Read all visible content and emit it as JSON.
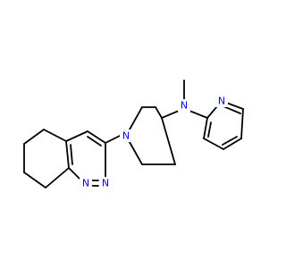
{
  "molecule": {
    "atom_labels": {
      "amine_n": "N",
      "piperidine_n": "N",
      "pyridine_n": "N",
      "cinnoline_n1": "N",
      "cinnoline_n2": "N"
    },
    "colors": {
      "bond": "#000000",
      "heteroatom": "#0000ff",
      "background": "#ffffff"
    }
  }
}
